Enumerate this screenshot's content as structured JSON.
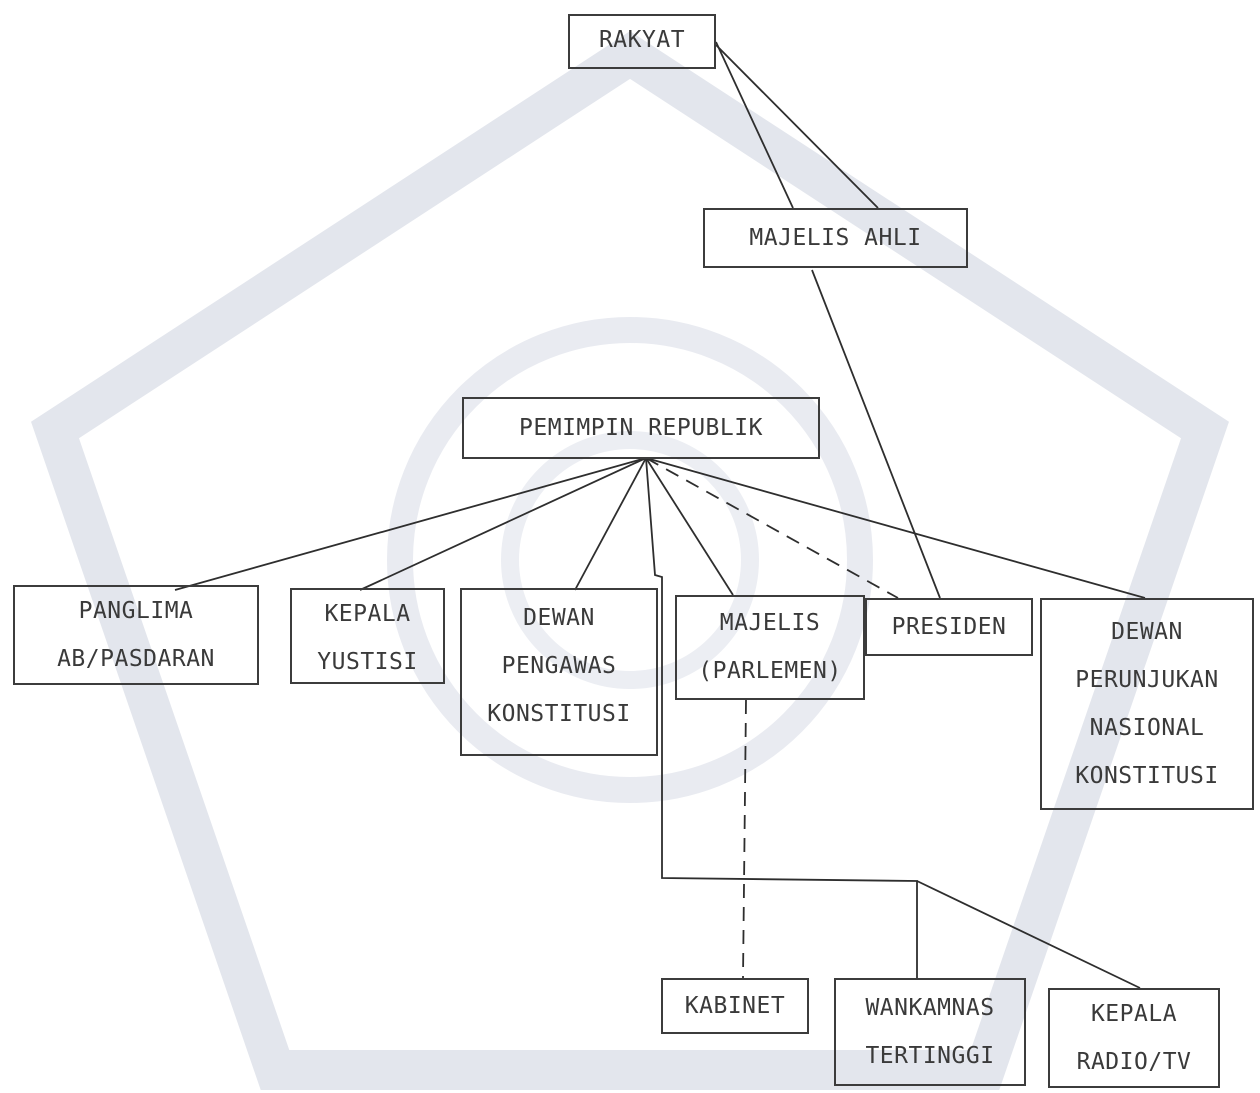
{
  "diagram": {
    "nodes": {
      "rakyat": [
        "RAKYAT"
      ],
      "majelis_ahli": [
        "MAJELIS AHLI"
      ],
      "pemimpin_republik": [
        "PEMIMPIN REPUBLIK"
      ],
      "panglima": [
        "PANGLIMA",
        "AB/PASDARAN"
      ],
      "kepala_yustisi": [
        "KEPALA",
        "YUSTISI"
      ],
      "dewan_pengawas": [
        "DEWAN",
        "PENGAWAS",
        "KONSTITUSI"
      ],
      "majelis_parlemen": [
        "MAJELIS",
        "(PARLEMEN)"
      ],
      "presiden": [
        "PRESIDEN"
      ],
      "dewan_perunjukan": [
        "DEWAN",
        "PERUNJUKAN",
        "NASIONAL",
        "KONSTITUSI"
      ],
      "kabinet": [
        "KABINET"
      ],
      "wankamnas": [
        "WANKAMNAS",
        "TERTINGGI"
      ],
      "kepala_radio": [
        "KEPALA",
        "RADIO/TV"
      ]
    },
    "edges": [
      {
        "from": "rakyat",
        "to": "majelis_ahli",
        "style": "solid"
      },
      {
        "from": "rakyat",
        "to": "majelis_ahli",
        "style": "solid"
      },
      {
        "from": "majelis_ahli",
        "to": "presiden",
        "style": "solid"
      },
      {
        "from": "pemimpin_republik",
        "to": "panglima",
        "style": "solid"
      },
      {
        "from": "pemimpin_republik",
        "to": "kepala_yustisi",
        "style": "solid"
      },
      {
        "from": "pemimpin_republik",
        "to": "dewan_pengawas",
        "style": "solid"
      },
      {
        "from": "pemimpin_republik",
        "to": "majelis_parlemen",
        "style": "solid"
      },
      {
        "from": "pemimpin_republik",
        "to": "presiden",
        "style": "dashed"
      },
      {
        "from": "pemimpin_republik",
        "to": "dewan_perunjukan",
        "style": "solid"
      },
      {
        "from": "pemimpin_republik",
        "to": "wankamnas",
        "style": "solid"
      },
      {
        "from": "pemimpin_republik",
        "to": "kepala_radio",
        "style": "solid"
      },
      {
        "from": "majelis_parlemen",
        "to": "kabinet",
        "style": "dashed"
      }
    ],
    "colors": {
      "line": "#2e2e2e",
      "text": "#3a3a3a",
      "watermark": "#d9dde6"
    }
  }
}
